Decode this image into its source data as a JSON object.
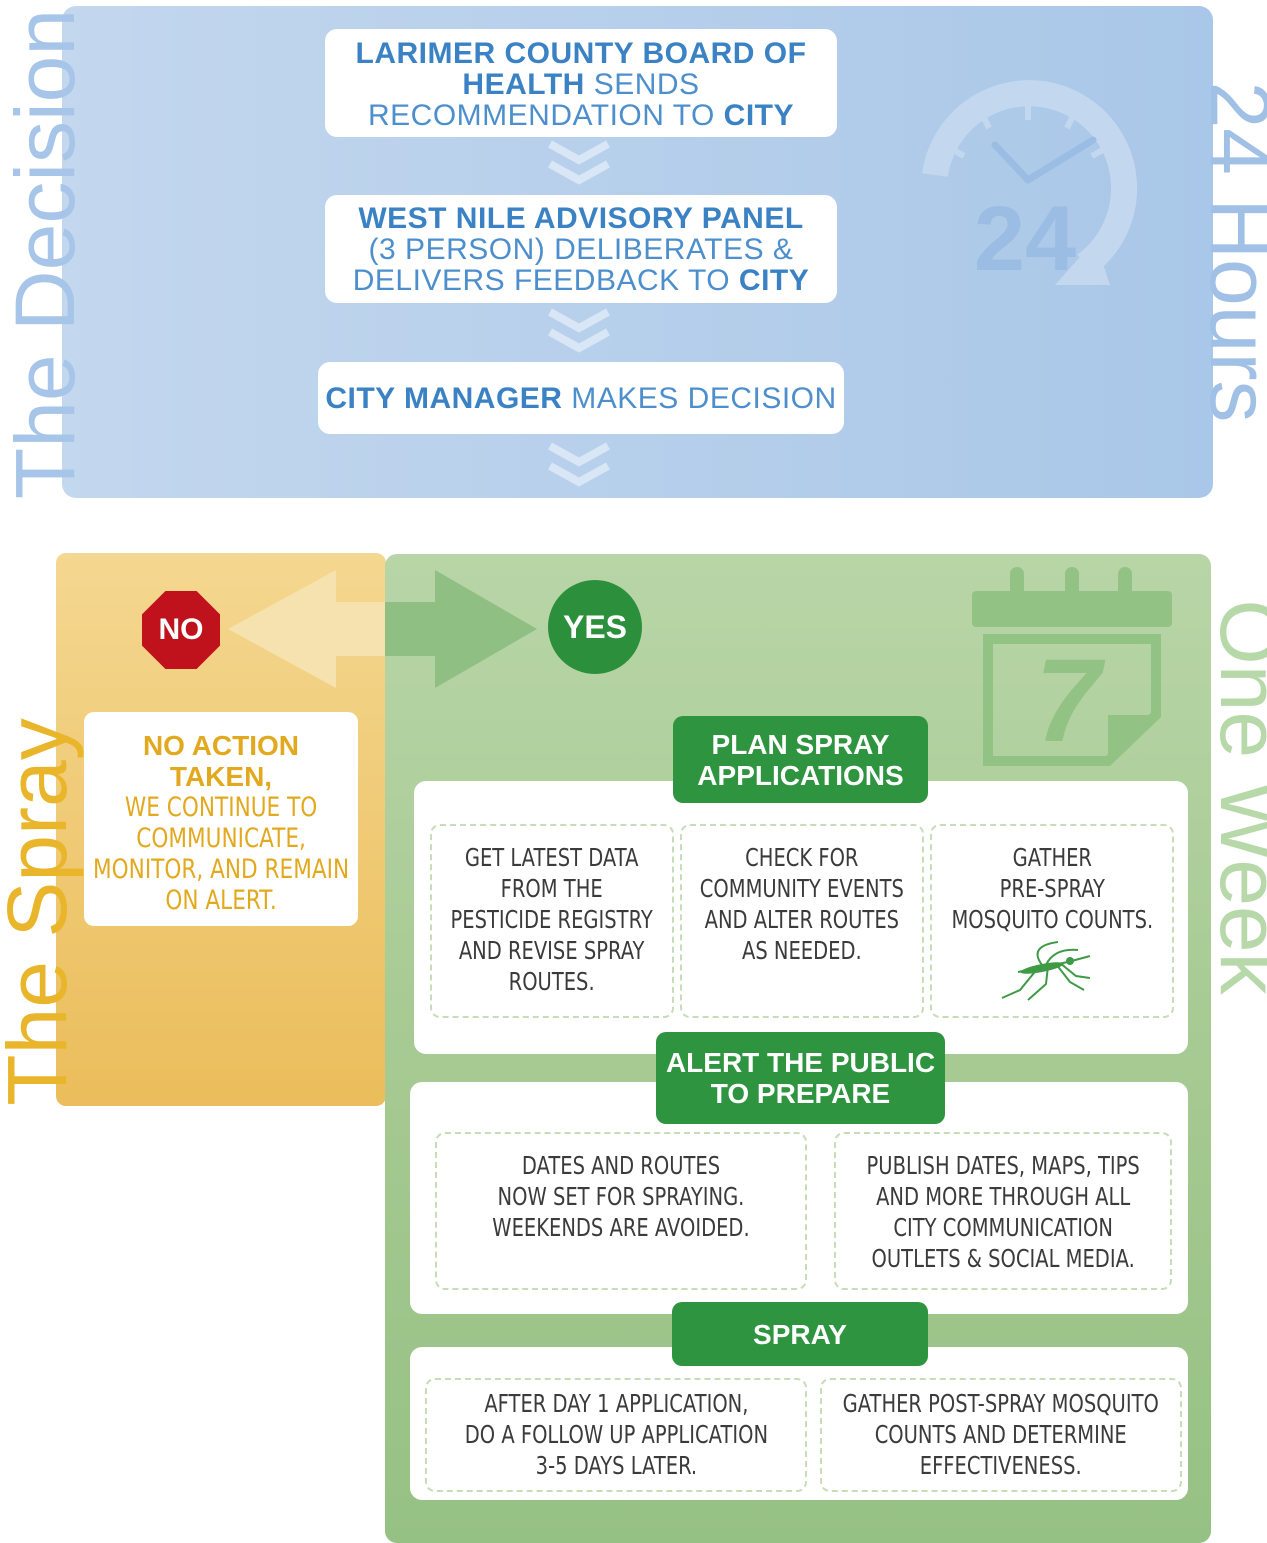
{
  "decision": {
    "side_title": "The Decision",
    "time_title": "24 Hours",
    "clock_number": "24",
    "steps": [
      {
        "line1_bold": "LARIMER COUNTY BOARD OF",
        "line2_bold": "HEALTH",
        "line2_rest": " SENDS",
        "line3_rest": "RECOMMENDATION TO ",
        "line3_bold": "CITY"
      },
      {
        "line1_bold": "WEST NILE ADVISORY PANEL",
        "line2_rest": "(3 PERSON) DELIBERATES &",
        "line3_rest": "DELIVERS FEEDBACK TO ",
        "line3_bold": "CITY"
      },
      {
        "bold": "CITY MANAGER",
        "rest": " MAKES DECISION"
      }
    ]
  },
  "spray": {
    "side_title": "The Spray",
    "no_label": "NO",
    "no_action_bold": [
      "NO ACTION",
      "TAKEN,"
    ],
    "no_action_rest": [
      "WE CONTINUE TO",
      "COMMUNICATE,",
      "MONITOR, AND REMAIN",
      "ON ALERT."
    ]
  },
  "week": {
    "side_title": "One Week",
    "calendar_number": "7",
    "yes_label": "YES",
    "sections": [
      {
        "heading": [
          "PLAN SPRAY",
          "APPLICATIONS"
        ],
        "items": [
          [
            "GET LATEST DATA",
            "FROM  THE",
            "PESTICIDE REGISTRY",
            "AND REVISE SPRAY",
            "ROUTES."
          ],
          [
            "CHECK FOR",
            "COMMUNITY EVENTS",
            "AND ALTER ROUTES",
            "AS NEEDED."
          ],
          [
            "GATHER",
            "PRE-SPRAY",
            "MOSQUITO COUNTS."
          ]
        ]
      },
      {
        "heading": [
          "ALERT THE PUBLIC",
          "TO PREPARE"
        ],
        "items": [
          [
            "DATES AND ROUTES",
            "NOW SET FOR SPRAYING.",
            "WEEKENDS ARE AVOIDED."
          ],
          [
            "PUBLISH DATES, MAPS, TIPS",
            "AND MORE THROUGH ALL",
            "CITY COMMUNICATION",
            "OUTLETS & SOCIAL MEDIA."
          ]
        ]
      },
      {
        "heading": [
          "SPRAY"
        ],
        "items": [
          [
            "AFTER DAY 1 APPLICATION,",
            "DO A FOLLOW UP APPLICATION",
            "3-5 DAYS LATER."
          ],
          [
            "GATHER POST-SPRAY MOSQUITO",
            "COUNTS AND DETERMINE",
            "EFFECTIVENESS."
          ]
        ]
      }
    ]
  },
  "colors": {
    "decision_bg": "#a9c7e8",
    "decision_text": "#4d8fcc",
    "spray_bg": "#ebbd5b",
    "spray_text": "#e9b52b",
    "week_bg": "#a3c88f",
    "green_heading": "#2f9440",
    "no_red": "#c0121c",
    "yes_green": "#2c8f3b"
  }
}
